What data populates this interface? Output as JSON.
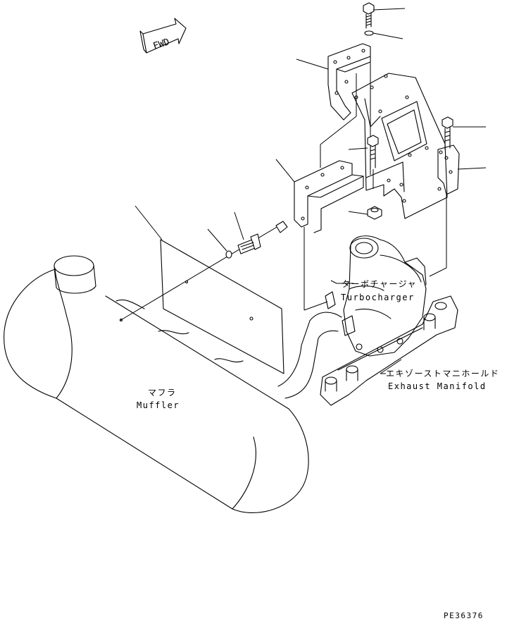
{
  "fwd": "FWD",
  "labels": {
    "turbocharger_jp": "ターボチャージャ",
    "turbocharger_en": "Turbocharger",
    "manifold_jp": "エキゾーストマニホールド",
    "manifold_en": "Exhaust Manifold",
    "muffler_jp": "マフラ",
    "muffler_en": "Muffler"
  },
  "drawing_code": "PE36376"
}
